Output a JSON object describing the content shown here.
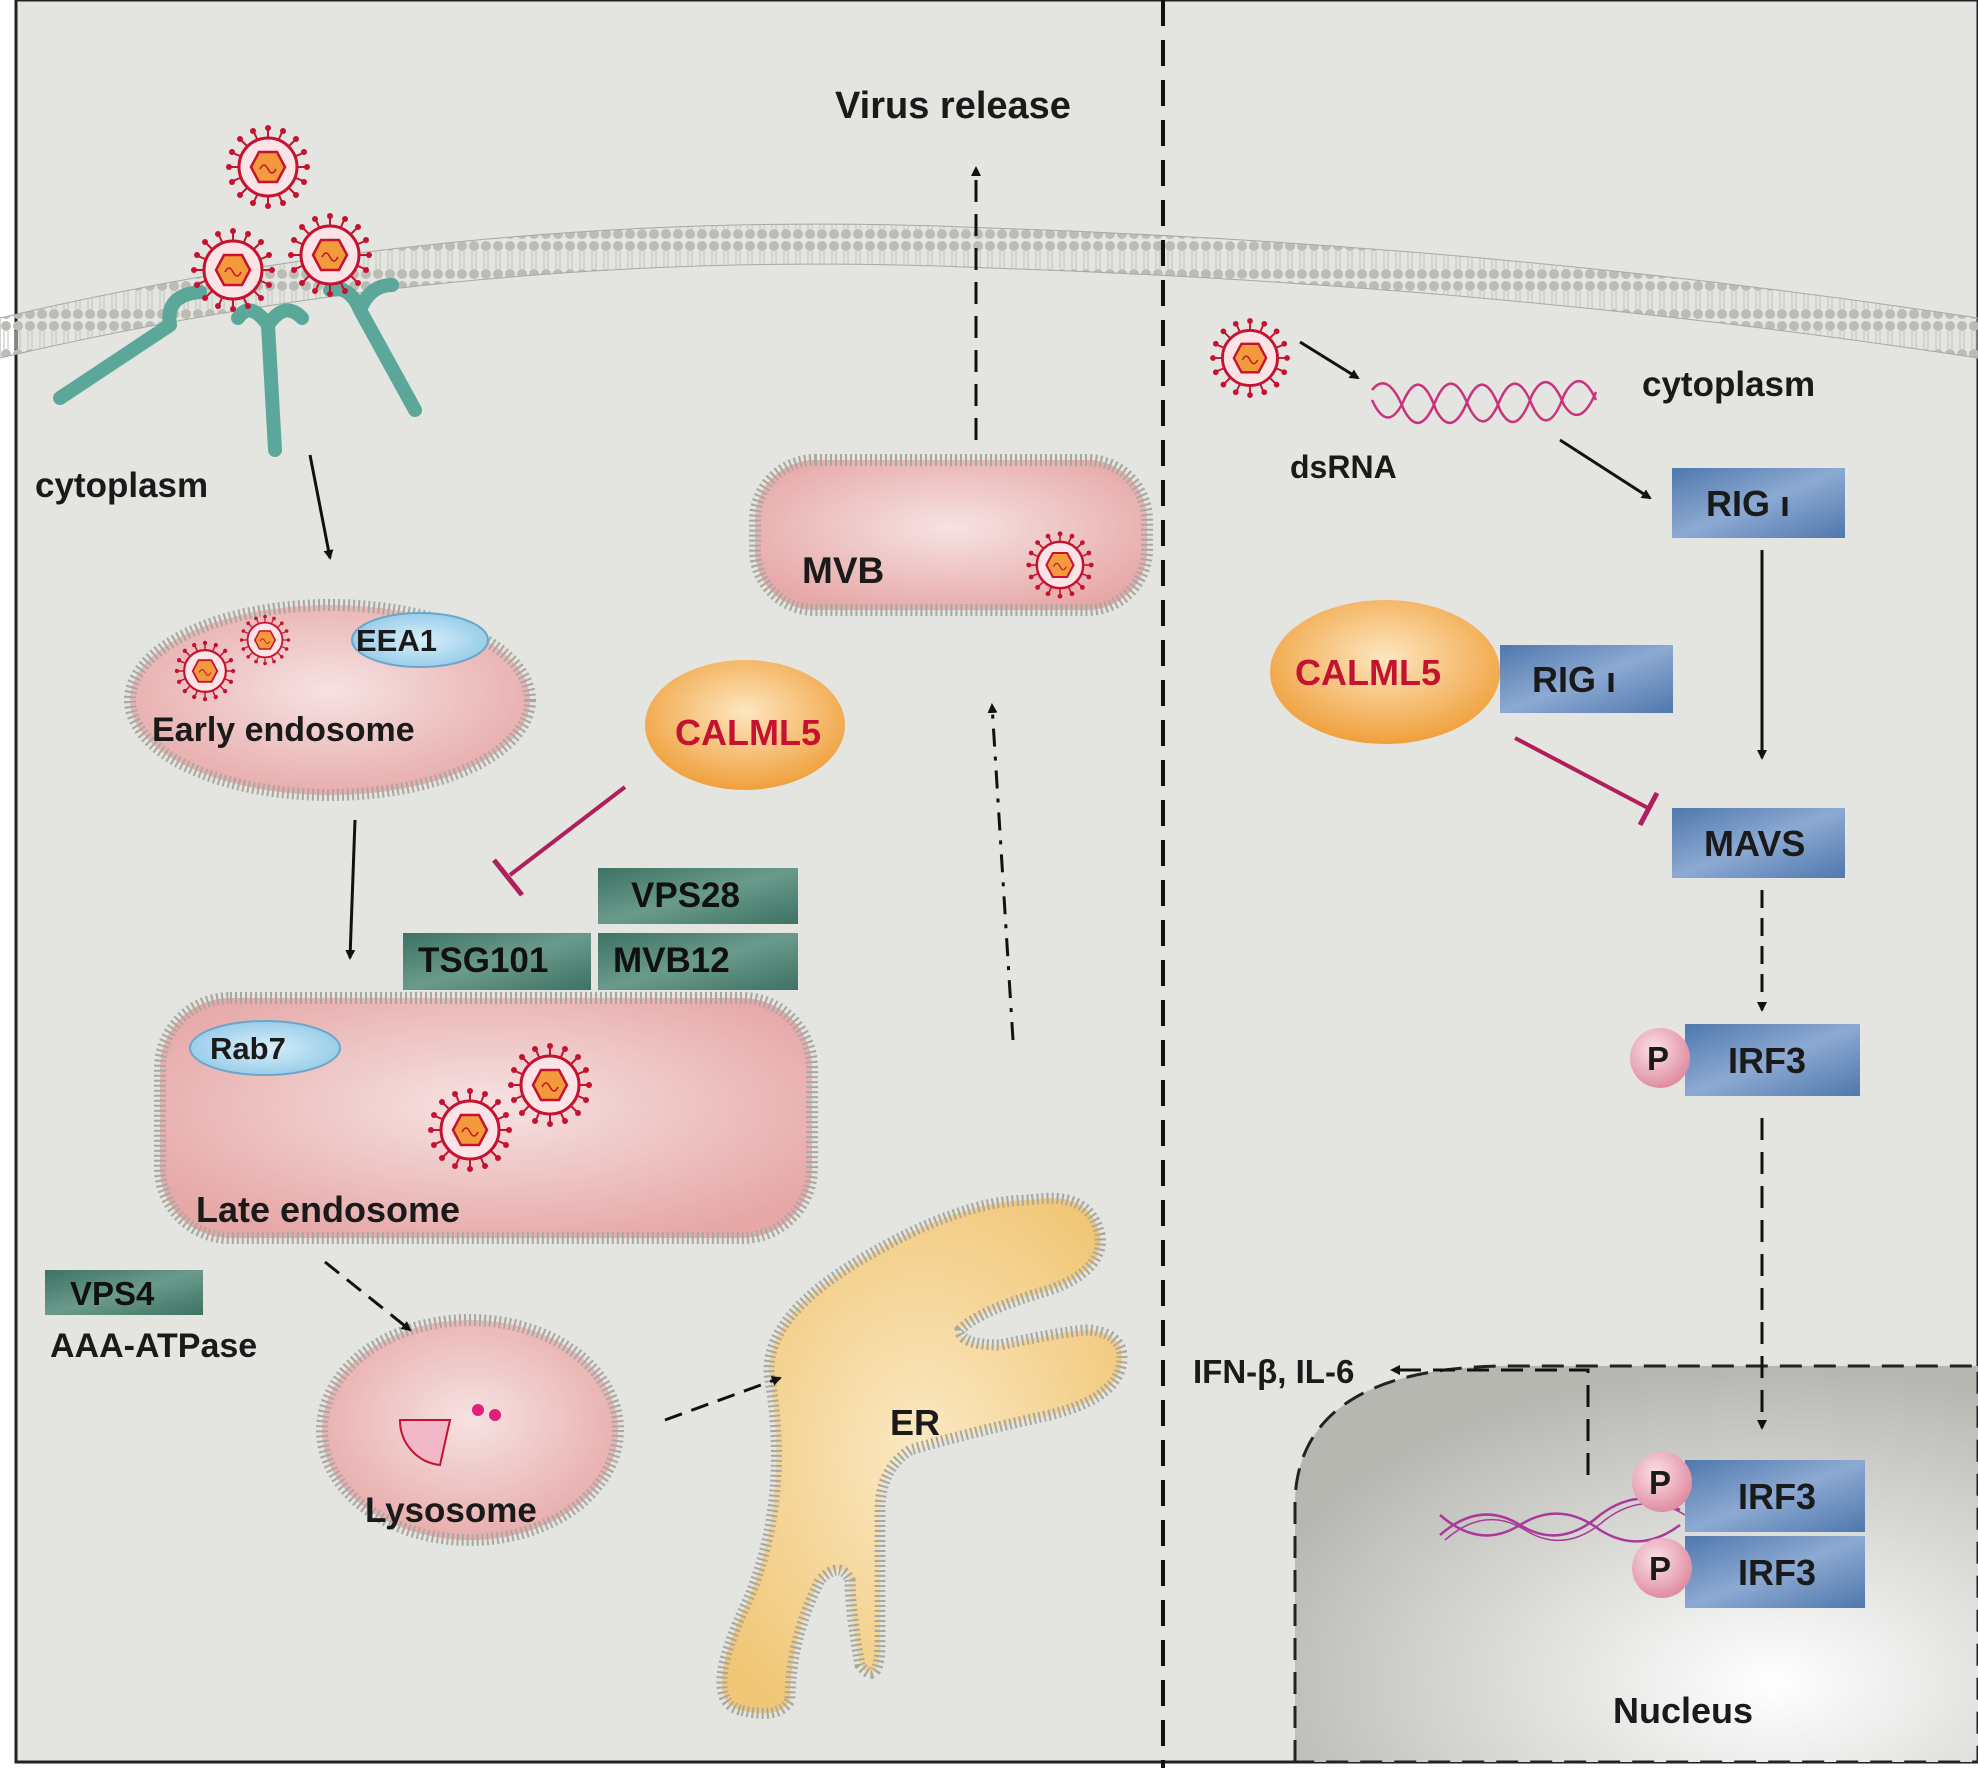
{
  "left_panel": {
    "cytoplasm_label": "cytoplasm",
    "virus_release_label": "Virus release",
    "mvb_label": "MVB",
    "early_endosome_label": "Early endosome",
    "eea1_label": "EEA1",
    "calml5_label": "CALML5",
    "vps28_label": "VPS28",
    "tsg101_label": "TSG101",
    "mvb12_label": "MVB12",
    "rab7_label": "Rab7",
    "late_endosome_label": "Late endosome",
    "vps4_label": "VPS4",
    "aaa_atpase_label": "AAA-ATPase",
    "lysosome_label": "Lysosome",
    "er_label": "ER"
  },
  "right_panel": {
    "cytoplasm_label": "cytoplasm",
    "dsrna_label": "dsRNA",
    "rig1_label": "RIG ı",
    "calml5_label": "CALML5",
    "rig1_bound_label": "RIG ı",
    "mavs_label": "MAVS",
    "p_label": "P",
    "irf3_label": "IRF3",
    "irf3_nuc_top_label": "IRF3",
    "irf3_nuc_bottom_label": "IRF3",
    "cytokines_label": "IFN-β, IL-6",
    "nucleus_label": "Nucleus"
  },
  "colors": {
    "background": "#e4e4e0",
    "organelle_pink": "#ecb6b6",
    "protein_blue": "#6b8fbf",
    "escrt_green": "#4e8070",
    "calml5_orange": "#f2a848",
    "inhibition_magenta": "#b01f5c",
    "receptor_teal": "#5ba89a",
    "er_yellow": "#f6d48c",
    "phospho_pink": "#e8a0b0",
    "virus_red": "#c41230"
  }
}
